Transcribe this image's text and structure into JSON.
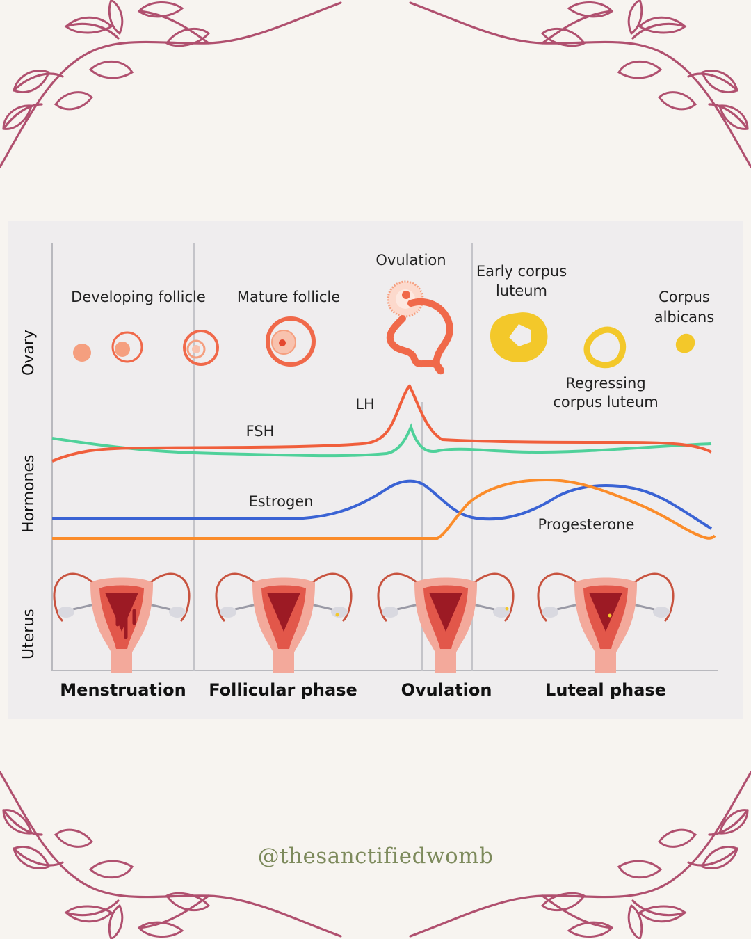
{
  "ovary": {
    "row_label": "Ovary",
    "stages": {
      "developing_follicle": "Developing follicle",
      "mature_follicle": "Mature follicle",
      "ovulation": "Ovulation",
      "early_corpus_luteum_line1": "Early corpus",
      "early_corpus_luteum_line2": "luteum",
      "corpus_albicans_line1": "Corpus",
      "corpus_albicans_line2": "albicans",
      "regressing_line1": "Regressing",
      "regressing_line2": "corpus luteum"
    }
  },
  "hormones": {
    "row_label": "Hormones",
    "series": [
      "LH",
      "FSH",
      "Estrogen",
      "Progesterone"
    ]
  },
  "uterus": {
    "row_label": "Uterus"
  },
  "phases": [
    "Menstruation",
    "Follicular phase",
    "Ovulation",
    "Luteal phase"
  ],
  "colors": {
    "lh": "#f05f3c",
    "fsh": "#4fd19a",
    "estrogen": "#3a63d4",
    "progesterone": "#fb8c2a",
    "follicle": "#f0694a",
    "corpus_luteum": "#f3c82a",
    "vine": "#b0506f",
    "handle": "#7d8a5c"
  },
  "footer": {
    "handle": "@thesanctifiedwomb"
  }
}
